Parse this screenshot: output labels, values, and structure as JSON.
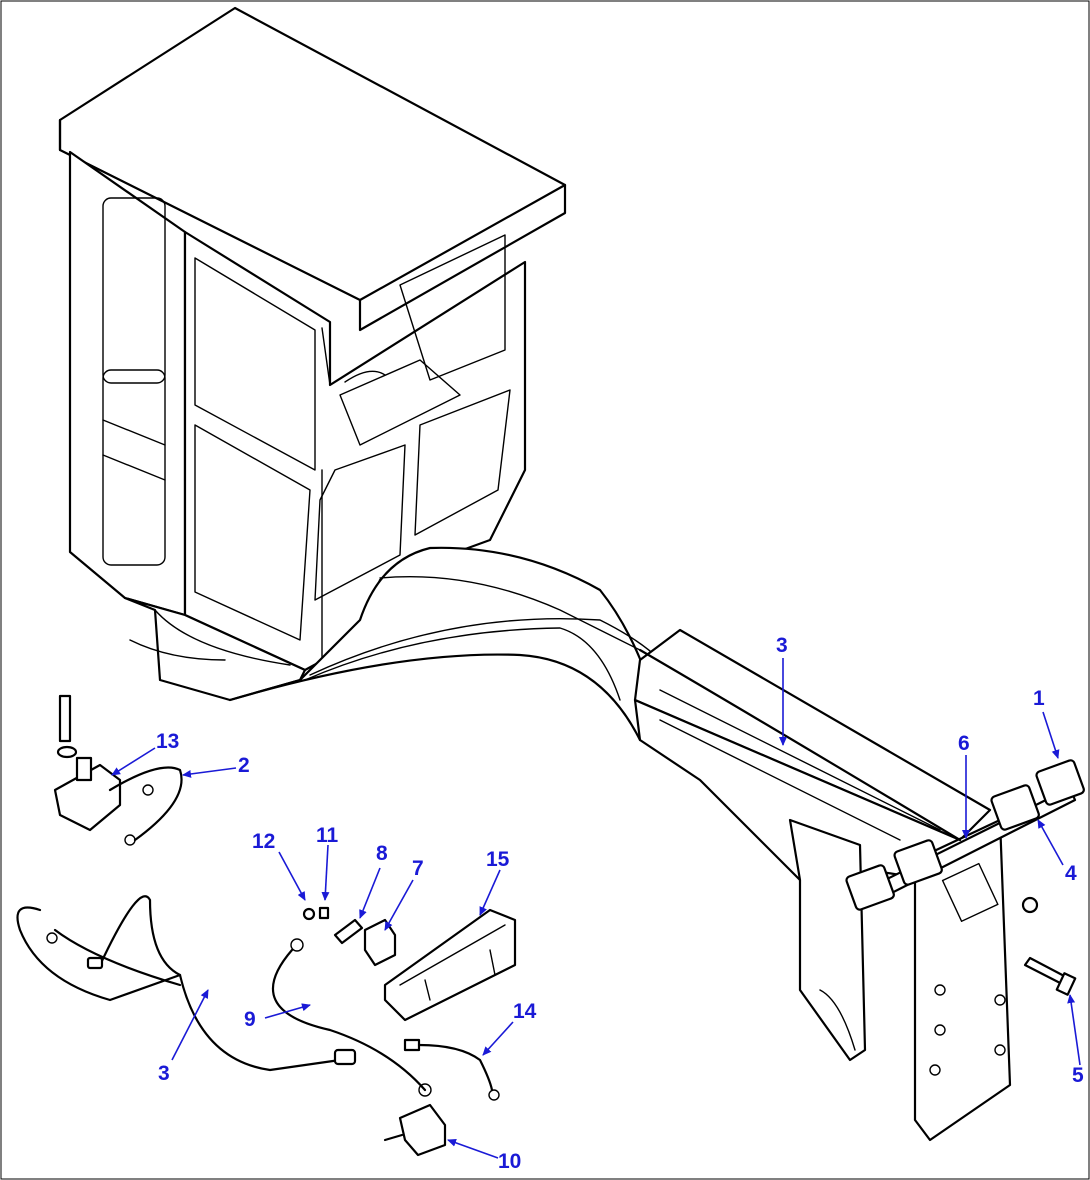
{
  "diagram": {
    "callouts": [
      {
        "id": "c1",
        "text": "1"
      },
      {
        "id": "c2",
        "text": "2"
      },
      {
        "id": "c3a",
        "text": "3"
      },
      {
        "id": "c3b",
        "text": "3"
      },
      {
        "id": "c4",
        "text": "4"
      },
      {
        "id": "c5",
        "text": "5"
      },
      {
        "id": "c6",
        "text": "6"
      },
      {
        "id": "c7",
        "text": "7"
      },
      {
        "id": "c8",
        "text": "8"
      },
      {
        "id": "c9",
        "text": "9"
      },
      {
        "id": "c10",
        "text": "10"
      },
      {
        "id": "c11",
        "text": "11"
      },
      {
        "id": "c12",
        "text": "12"
      },
      {
        "id": "c13",
        "text": "13"
      },
      {
        "id": "c14",
        "text": "14"
      },
      {
        "id": "c15",
        "text": "15"
      }
    ],
    "colors": {
      "line": "#000000",
      "callout": "#1a1ad6",
      "background": "#ffffff"
    }
  }
}
